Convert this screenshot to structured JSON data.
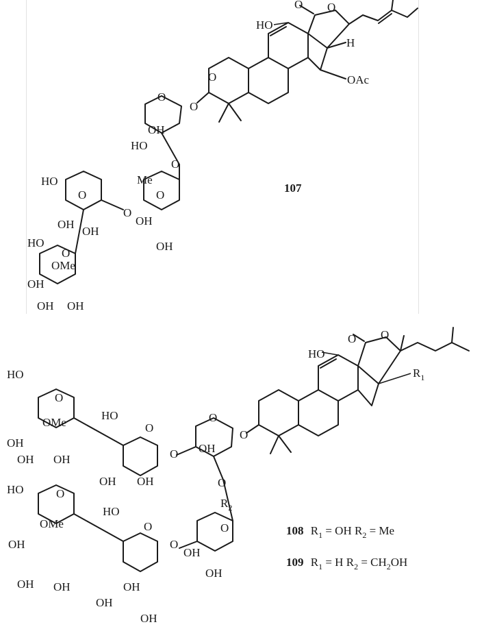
{
  "compounds": [
    {
      "id": "107"
    },
    {
      "id": "108",
      "r1": "R1 = OH",
      "r2": "R2 = Me"
    },
    {
      "id": "109",
      "r1": "R1 = H",
      "r2": "R2 = CH2OH"
    }
  ],
  "atoms": {
    "o": "O",
    "oh": "OH",
    "ho": "HO",
    "h": "H",
    "me": "Me",
    "ome": "OMe",
    "oac": "OAc",
    "r1_sym": "R",
    "r1_sub": "1",
    "r2_sym": "R",
    "r2_sub": "2"
  },
  "legend": {
    "c108": {
      "id": "108",
      "r1_text": "R",
      "r1_sub": "1",
      "r1_val": " = OH ",
      "r2_text": "R",
      "r2_sub": "2",
      "r2_val": " = Me"
    },
    "c109": {
      "id": "109",
      "r1_text": "R",
      "r1_sub": "1",
      "r1_val": " = H ",
      "r2_text": "R",
      "r2_sub": "2",
      "r2_val": " = CH",
      "r2_sub2": "2",
      "r2_val2": "OH"
    }
  },
  "colors": {
    "ink": "#1a1a1a",
    "frame": "#e2e2e2",
    "background": "#ffffff"
  }
}
